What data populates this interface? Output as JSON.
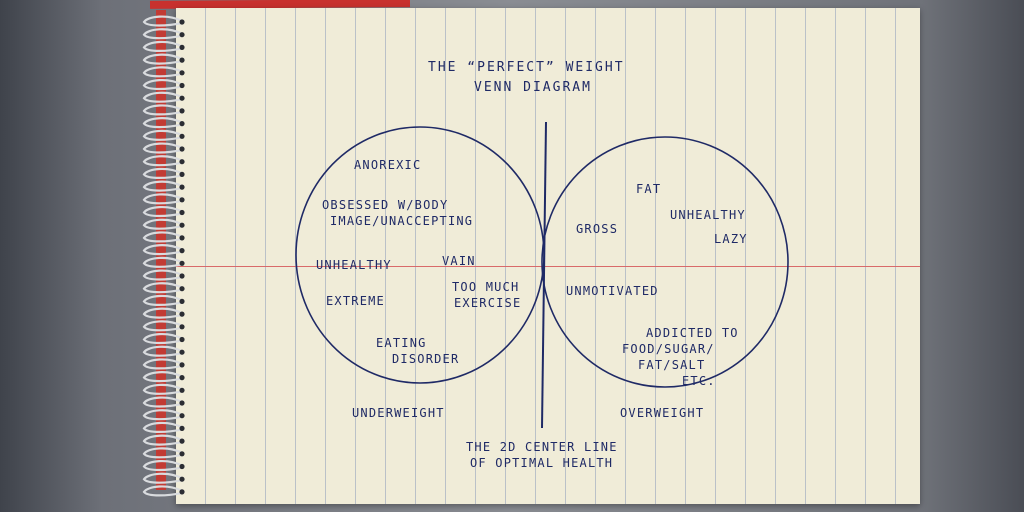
{
  "title_line1": "THE “PERFECT” WEIGHT",
  "title_line2": "VENN DIAGRAM",
  "left_circle": {
    "items": [
      "ANOREXIC",
      "OBSESSED W/BODY",
      "IMAGE/UNACCEPTING",
      "UNHEALTHY",
      "VAIN",
      "EXTREME",
      "TOO MUCH",
      "EXERCISE",
      "EATING",
      "DISORDER"
    ],
    "caption": "UNDERWEIGHT"
  },
  "right_circle": {
    "items": [
      "FAT",
      "GROSS",
      "UNHEALTHY",
      "LAZY",
      "UNMOTIVATED",
      "ADDICTED TO",
      "FOOD/SUGAR/",
      "FAT/SALT",
      "ETC."
    ],
    "caption": "OVERWEIGHT"
  },
  "center_line_caption_1": "THE 2D CENTER LINE",
  "center_line_caption_2": "OF OPTIMAL HEALTH",
  "colors": {
    "ink": "#1f2a66",
    "paper": "#f0ecd8",
    "rule": "#8c9cc0",
    "margin_red": "#d96a6a"
  }
}
